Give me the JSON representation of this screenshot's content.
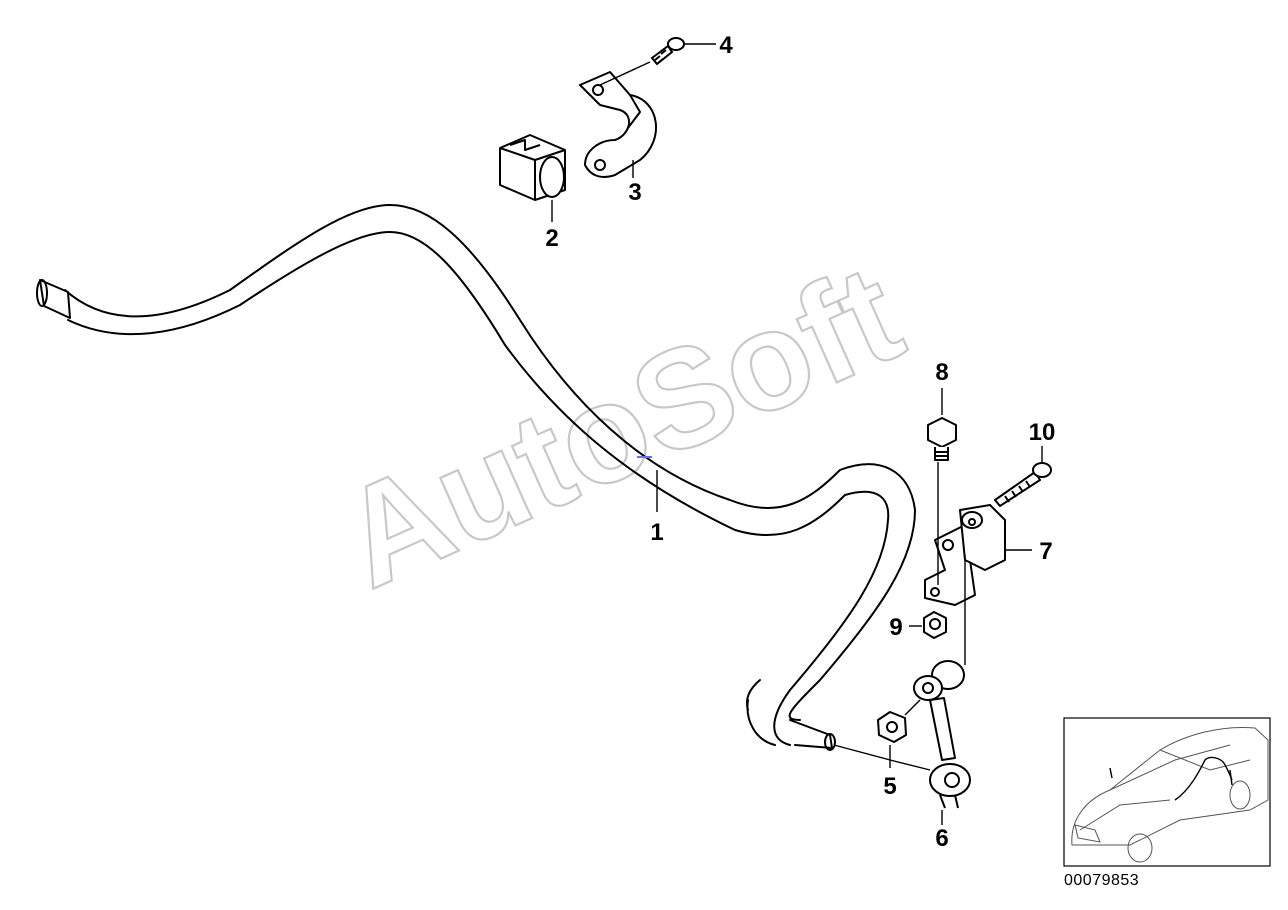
{
  "watermark": "AutoSoft",
  "callouts": [
    "1",
    "2",
    "3",
    "4",
    "5",
    "6",
    "7",
    "8",
    "9",
    "10"
  ],
  "diagram_code": "00079853",
  "colors": {
    "line": "#000000",
    "watermark": "#c8c8c8",
    "marker": "#6b6bff"
  }
}
